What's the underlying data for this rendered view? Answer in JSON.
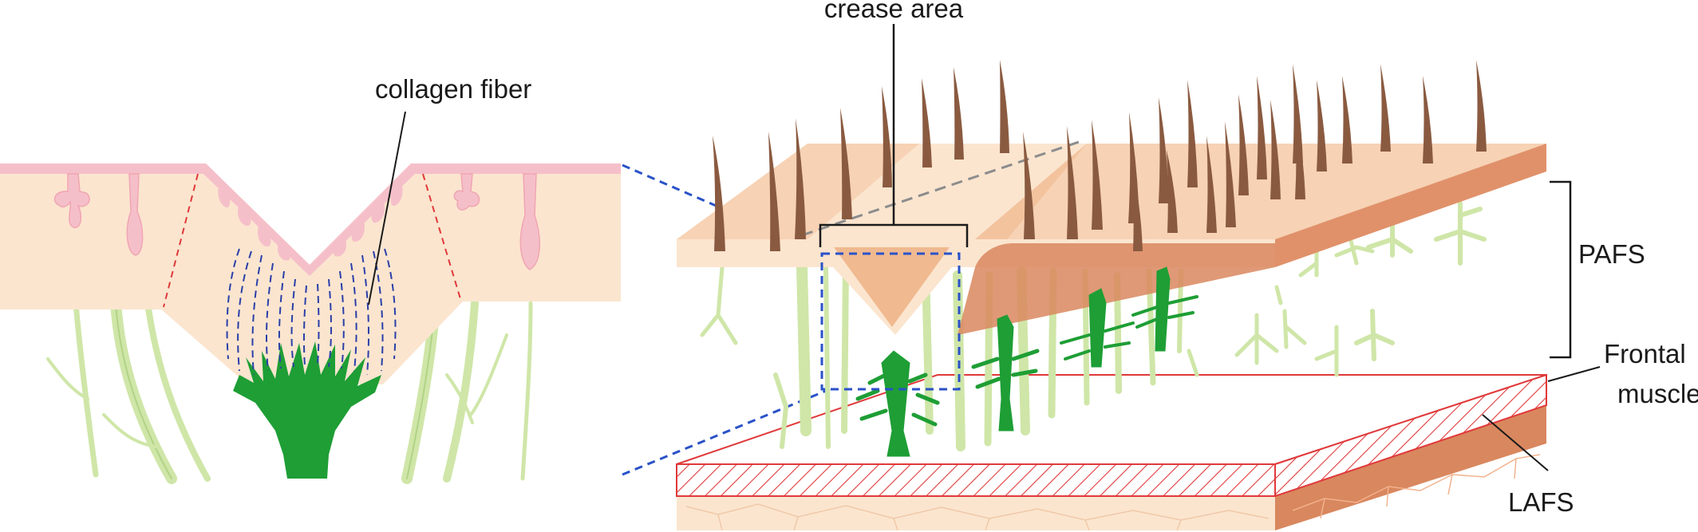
{
  "labels": {
    "collagen_fiber": "collagen fiber",
    "crease_area": "crease area",
    "pafs": "PAFS",
    "frontal_muscle_line1": "Frontal",
    "frontal_muscle_line2": "muscle",
    "lafs": "LAFS"
  },
  "colors": {
    "skin": "#fbe5cf",
    "skin_top": "#f7d2b4",
    "skin_side": "#e0916a",
    "epidermis_pink": "#f5bfc9",
    "hair": "#8a5a40",
    "light_fiber": "#cfe6a8",
    "light_fiber_edge": "#9dc770",
    "dark_fiber": "#1e9e35",
    "collagen_dash": "#2a3fa8",
    "zoom_dash": "#2a52c8",
    "muscle_red": "#e0393a",
    "crease_bracket": "#1a1a1a"
  }
}
